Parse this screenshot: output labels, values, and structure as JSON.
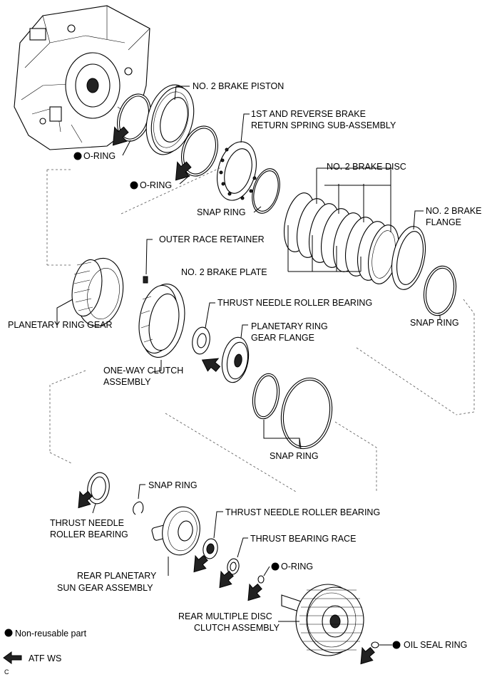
{
  "labels": {
    "no2_brake_piston": "NO. 2 BRAKE PISTON",
    "return_spring_1": "1ST AND REVERSE BRAKE",
    "return_spring_2": "RETURN SPRING SUB-ASSEMBLY",
    "o_ring_1": "O-RING",
    "o_ring_2": "O-RING",
    "no2_brake_disc": "NO. 2 BRAKE DISC",
    "snap_ring_1": "SNAP RING",
    "no2_brake_flange_1": "NO. 2 BRAKE",
    "no2_brake_flange_2": "FLANGE",
    "outer_race_retainer": "OUTER RACE RETAINER",
    "no2_brake_plate": "NO. 2 BRAKE PLATE",
    "thrust_needle_1": "THRUST NEEDLE ROLLER BEARING",
    "planetary_ring_gear": "PLANETARY RING GEAR",
    "planetary_flange_1": "PLANETARY RING",
    "planetary_flange_2": "GEAR FLANGE",
    "snap_ring_2": "SNAP RING",
    "one_way_clutch_1": "ONE-WAY CLUTCH",
    "one_way_clutch_2": "ASSEMBLY",
    "snap_ring_3": "SNAP RING",
    "snap_ring_4": "SNAP RING",
    "thrust_needle_2a": "THRUST NEEDLE",
    "thrust_needle_2b": "ROLLER BEARING",
    "thrust_needle_3": "THRUST NEEDLE ROLLER BEARING",
    "thrust_race": "THRUST BEARING RACE",
    "rear_sun_gear_1": "REAR PLANETARY",
    "rear_sun_gear_2": "SUN GEAR ASSEMBLY",
    "o_ring_3": "O-RING",
    "rear_clutch_1": "REAR MULTIPLE DISC",
    "rear_clutch_2": "CLUTCH ASSEMBLY",
    "oil_seal_ring": "OIL SEAL RING"
  },
  "legend": {
    "non_reusable": "Non-reusable part",
    "atf_ws": "ATF WS"
  },
  "corner_mark": "C",
  "icons": {
    "non_reusable": "filled-circle-icon",
    "atf": "filled-arrow-icon"
  }
}
